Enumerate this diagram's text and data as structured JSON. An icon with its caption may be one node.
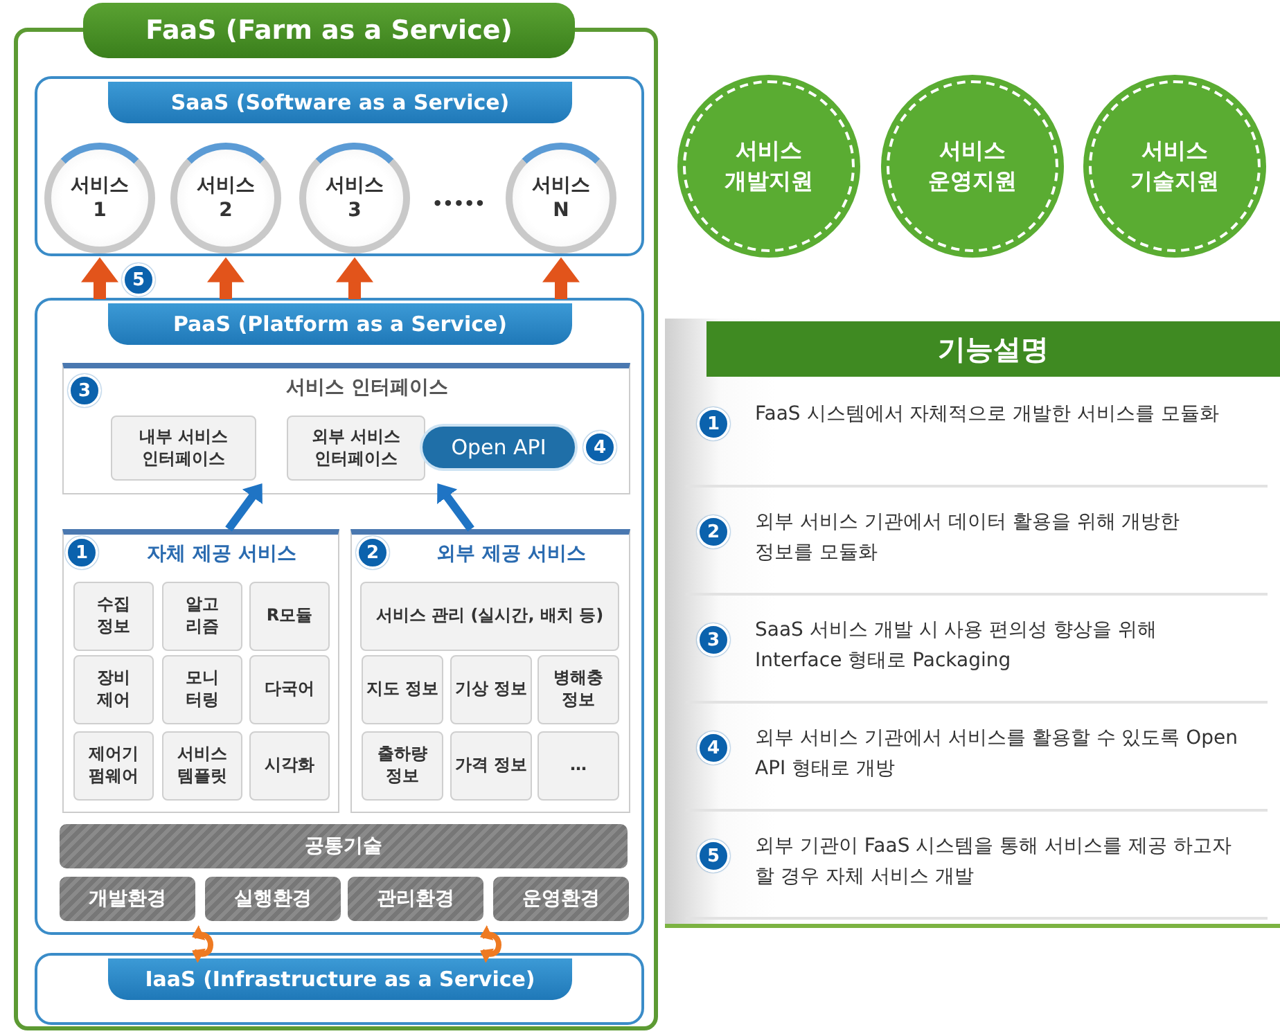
{
  "diagram": {
    "nodes": [
      {
        "text": [
          "FaaS (Farm as a Service)"
        ]
      },
      {
        "text": [
          "SaaS (Software as a Service)"
        ],
        "in": 0
      },
      {
        "text": [
          "서비스 1"
        ],
        "in": 1
      },
      {
        "text": [
          "서비스 2"
        ],
        "in": 1
      },
      {
        "text": [
          "서비스 3"
        ],
        "in": 1
      },
      {
        "text": [
          "서비스 N"
        ],
        "in": 1
      },
      {
        "text": [
          "PaaS (Platform as a Service)"
        ],
        "in": 0
      },
      {
        "text": [
          "서비스 인터페이스"
        ],
        "in": 6
      },
      {
        "text": [
          "내부 서비스 인터페이스"
        ],
        "in": 7
      },
      {
        "text": [
          "외부 서비스 인터페이스"
        ],
        "in": 7
      },
      {
        "text": [
          "Open API"
        ],
        "in": 7
      },
      {
        "text": [
          "자체 제공 서비스"
        ],
        "in": 6
      },
      {
        "text": [
          "수집 정보"
        ],
        "in": 11
      },
      {
        "text": [
          "알고 리즘"
        ],
        "in": 11
      },
      {
        "text": [
          "R모듈"
        ],
        "in": 11
      },
      {
        "text": [
          "장비 제어"
        ],
        "in": 11
      },
      {
        "text": [
          "모니 터링"
        ],
        "in": 11
      },
      {
        "text": [
          "다국어"
        ],
        "in": 11
      },
      {
        "text": [
          "제어기 펌웨어"
        ],
        "in": 11
      },
      {
        "text": [
          "서비스 템플릿"
        ],
        "in": 11
      },
      {
        "text": [
          "시각화"
        ],
        "in": 11
      },
      {
        "text": [
          "외부 제공 서비스"
        ],
        "in": 6
      },
      {
        "text": [
          "서비스 관리 (실시간, 배치 등)"
        ],
        "in": 21
      },
      {
        "text": [
          "지도 정보"
        ],
        "in": 21
      },
      {
        "text": [
          "기상 정보"
        ],
        "in": 21
      },
      {
        "text": [
          "병해충 정보"
        ],
        "in": 21
      },
      {
        "text": [
          "출하량 정보"
        ],
        "in": 21
      },
      {
        "text": [
          "가격 정보"
        ],
        "in": 21
      },
      {
        "text": [
          "…"
        ],
        "in": 21
      },
      {
        "text": [
          "공통기술"
        ],
        "in": 6
      },
      {
        "text": [
          "개발환경"
        ],
        "in": 6
      },
      {
        "text": [
          "실행환경"
        ],
        "in": 6
      },
      {
        "text": [
          "관리환경"
        ],
        "in": 6
      },
      {
        "text": [
          "운영환경"
        ],
        "in": 6
      },
      {
        "text": [
          "IaaS (Infrastructure as a Service)"
        ],
        "in": 0
      },
      {
        "text": [
          "서비스 개발지원"
        ]
      },
      {
        "text": [
          "서비스 운영지원"
        ]
      },
      {
        "text": [
          "서비스 기술지원"
        ]
      },
      {
        "text": [
          "기능설명"
        ]
      },
      {
        "text": [
          "1",
          "FaaS 시스템에서 자체적으로 개발한 서비스를 모듈화"
        ],
        "in": 38
      },
      {
        "text": [
          "2",
          "외부 서비스 기관에서 데이터 활용을 위해 개방한 정보를 모듈화"
        ],
        "in": 38
      },
      {
        "text": [
          "3",
          "SaaS 서비스 개발 시 사용 편의성 향상을 위해 Interface 형태로 Packaging"
        ],
        "in": 38
      },
      {
        "text": [
          "4",
          "외부 서비스 기관에서 서비스를 활용할 수 있도록 Open API 형태로 개방"
        ],
        "in": 38
      },
      {
        "text": [
          "5",
          "외부 기관이 FaaS 시스템을 통해 서비스를 제공 하고자 할 경우 자체 서비스 개발"
        ],
        "in": 38
      }
    ],
    "edges": [
      {
        "from": 6,
        "to": 2,
        "arrow": "to"
      },
      {
        "from": 6,
        "to": 3,
        "arrow": "to"
      },
      {
        "from": 6,
        "to": 4,
        "arrow": "to"
      },
      {
        "from": 6,
        "to": 5,
        "arrow": "to"
      },
      {
        "from": 11,
        "to": 8,
        "arrow": "to",
        "color": "#1f74c4"
      },
      {
        "from": 21,
        "to": 9,
        "arrow": "to",
        "color": "#1f74c4"
      },
      {
        "from": 6,
        "to": 34,
        "arrow": "both",
        "color": "#ee7a22"
      },
      {
        "from": 6,
        "to": 34,
        "arrow": "both",
        "color": "#ee7a22"
      }
    ],
    "labels": [
      "•••••",
      "5",
      "3",
      "4",
      "1",
      "2"
    ]
  }
}
